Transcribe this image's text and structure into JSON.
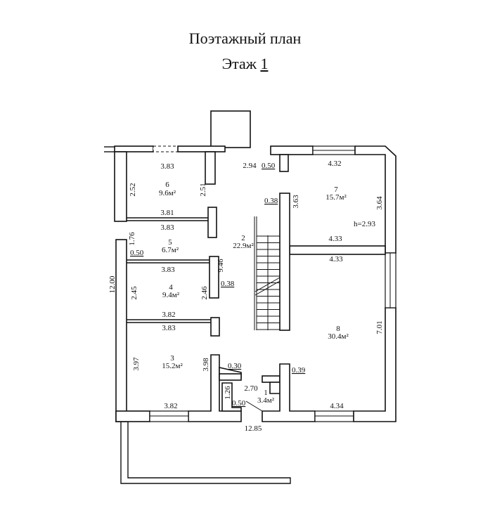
{
  "header": {
    "title": "Поэтажный план",
    "floor_label": "Этаж",
    "floor_number": "1"
  },
  "rooms": [
    {
      "number": "1",
      "area": "3.4м²"
    },
    {
      "number": "2",
      "area": "22.9м²"
    },
    {
      "number": "3",
      "area": "15.2м²"
    },
    {
      "number": "4",
      "area": "9.4м²"
    },
    {
      "number": "5",
      "area": "6.7м²"
    },
    {
      "number": "6",
      "area": "9.6м²"
    },
    {
      "number": "7",
      "area": "15.7м²"
    },
    {
      "number": "8",
      "area": "30.4м²"
    }
  ],
  "dimensions": {
    "r6_top": "3.83",
    "r6_left": "2.52",
    "r6_right": "2.51",
    "r6_bottom": "3.81",
    "r5_top": "3.83",
    "r5_left": "1.76",
    "r5_wall": "0.50",
    "r4_top": "3.83",
    "r4_left": "2.45",
    "r4_right": "2.46",
    "r4_bottom": "3.82",
    "r4_wall": "0.38",
    "corridor": "9.46",
    "total_height": "12.00",
    "r3_top": "3.83",
    "r3_left": "3.97",
    "r3_right": "3.98",
    "r3_bottom": "3.82",
    "hall_top": "2.94",
    "hall_wall": "0.50",
    "stair_wall": "0.38",
    "r7_top": "4.32",
    "r7_left": "3.63",
    "r7_right": "3.64",
    "r7_bottom": "4.33",
    "ceiling_height": "h=2.93",
    "r8_top": "4.33",
    "r8_right": "7.01",
    "r8_bottom": "4.34",
    "r8_wall": "0.39",
    "r1_wall_top": "0.30",
    "r1_width": "2.70",
    "r1_height": "1.26",
    "r1_wall": "0.50",
    "total_width": "12.85"
  }
}
